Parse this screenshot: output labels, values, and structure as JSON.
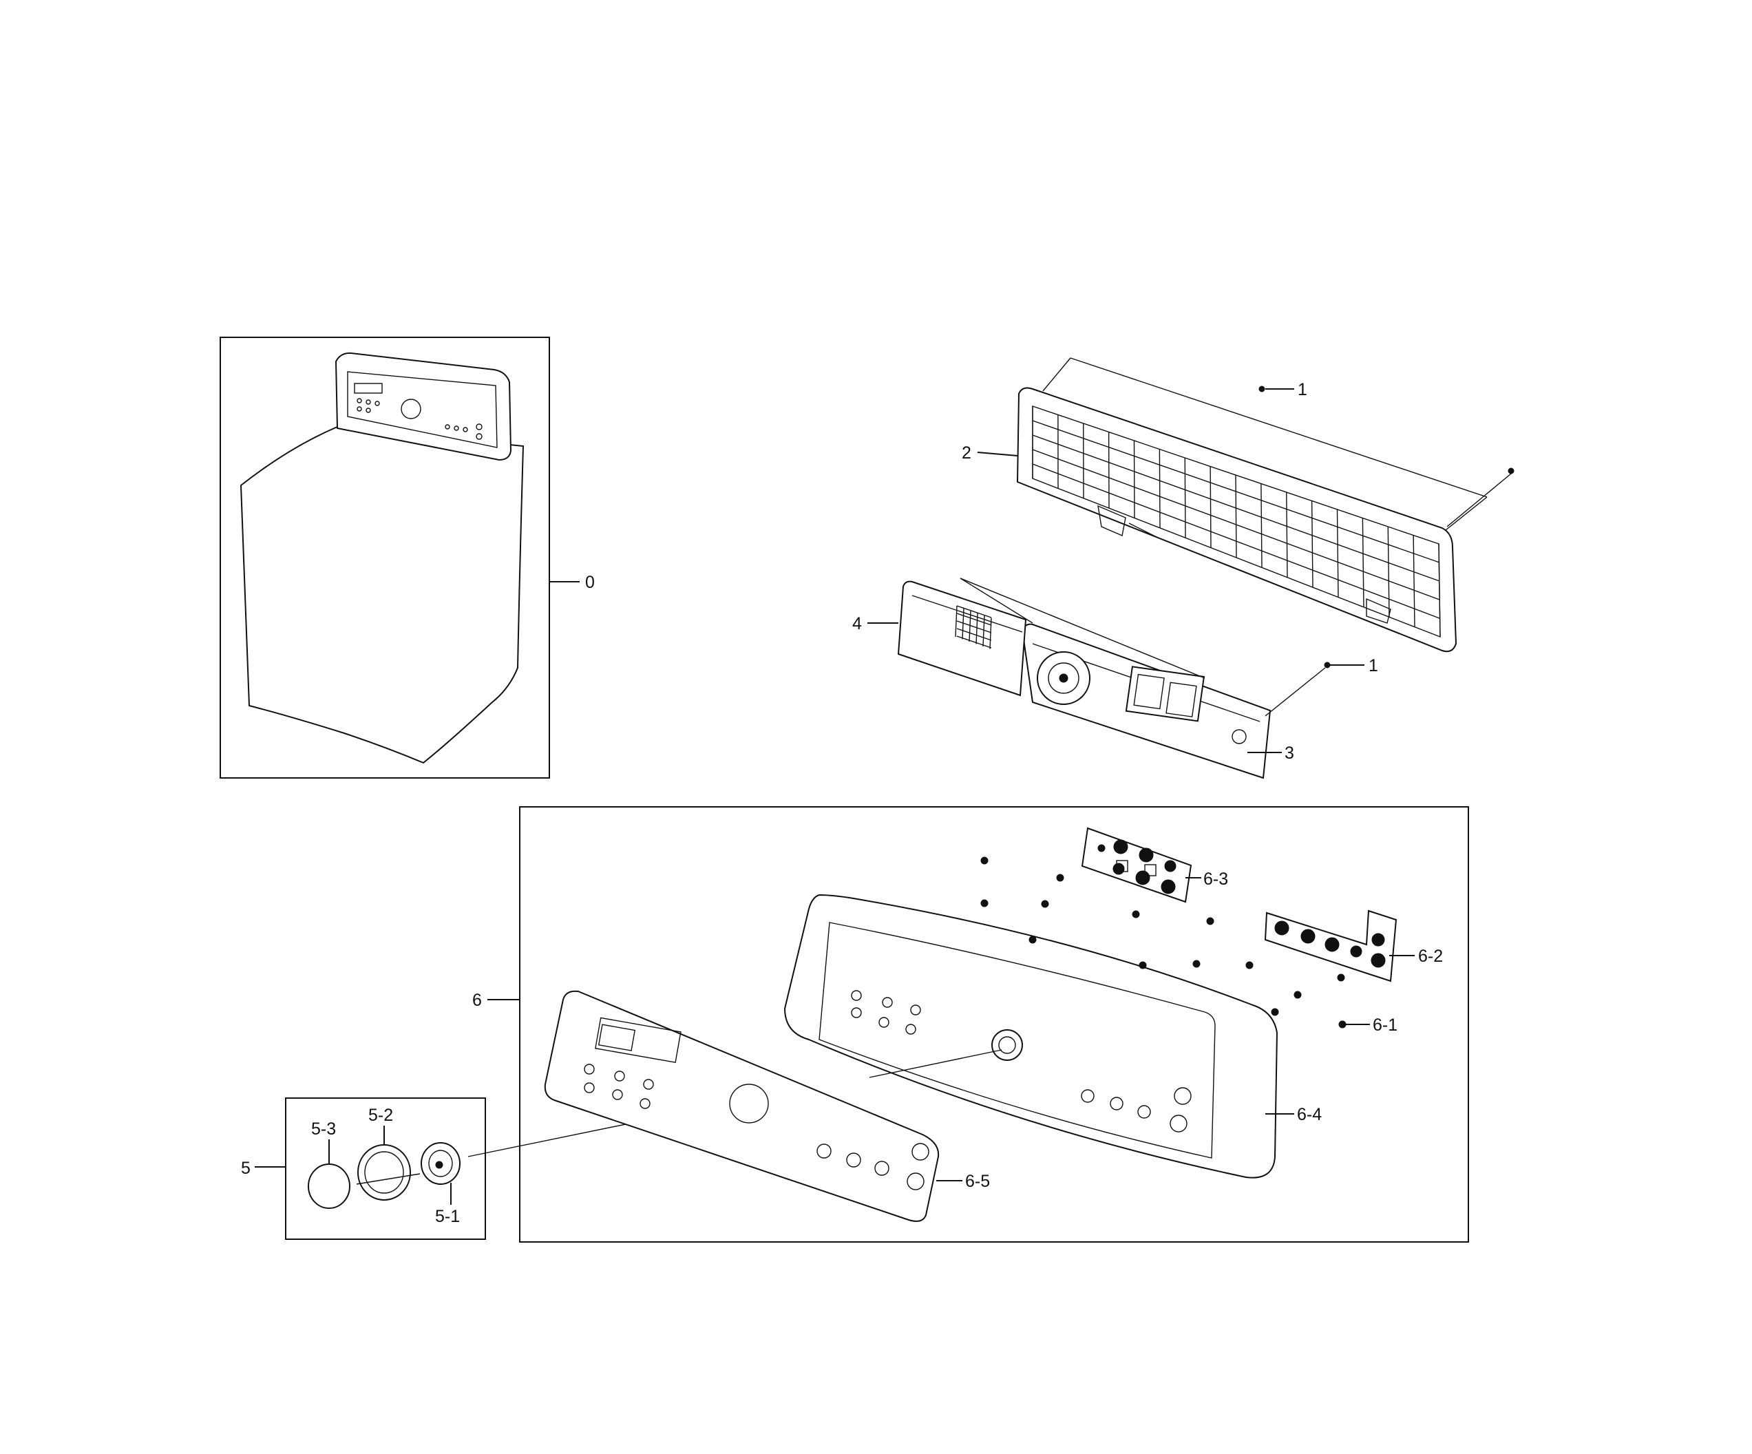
{
  "callouts": {
    "c0": "0",
    "c1a": "1",
    "c1b": "1",
    "c2": "2",
    "c3": "3",
    "c4": "4",
    "c5": "5",
    "c5_1": "5-1",
    "c5_2": "5-2",
    "c5_3": "5-3",
    "c6": "6",
    "c6_1": "6-1",
    "c6_2": "6-2",
    "c6_3": "6-3",
    "c6_4": "6-4",
    "c6_5": "6-5"
  }
}
